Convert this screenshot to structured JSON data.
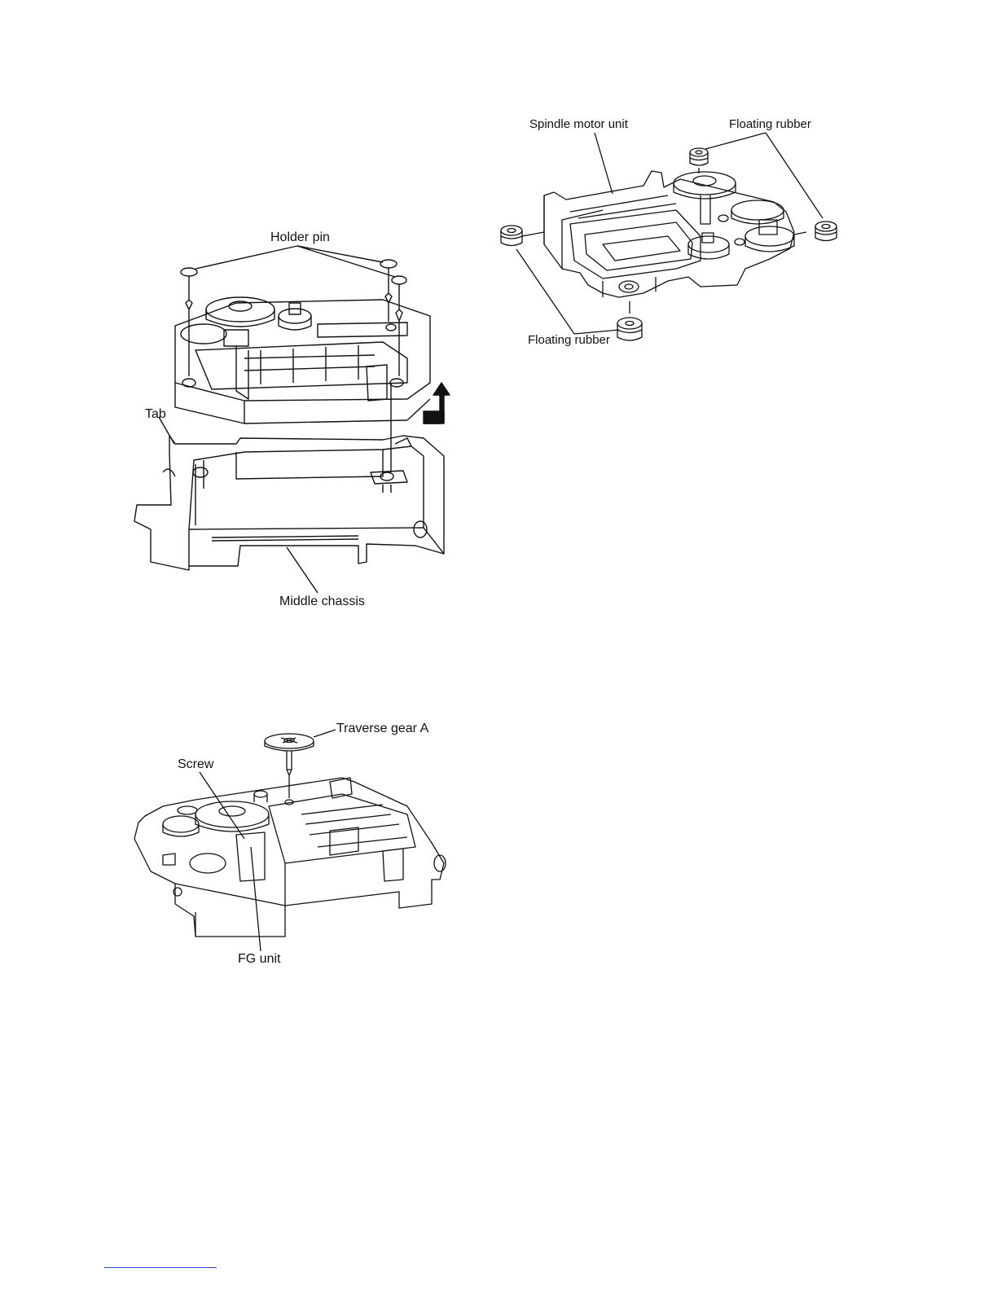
{
  "figure_top_left": {
    "labels": {
      "holder_pin": "Holder pin",
      "tab": "Tab",
      "middle_chassis": "Middle chassis"
    }
  },
  "figure_top_right": {
    "labels": {
      "spindle_motor_unit": "Spindle motor unit",
      "floating_rubber_top": "Floating rubber",
      "floating_rubber_bottom": "Floating rubber"
    }
  },
  "figure_bottom_left": {
    "labels": {
      "traverse_gear_a": "Traverse gear A",
      "screw": "Screw",
      "fg_unit": "FG unit"
    }
  }
}
